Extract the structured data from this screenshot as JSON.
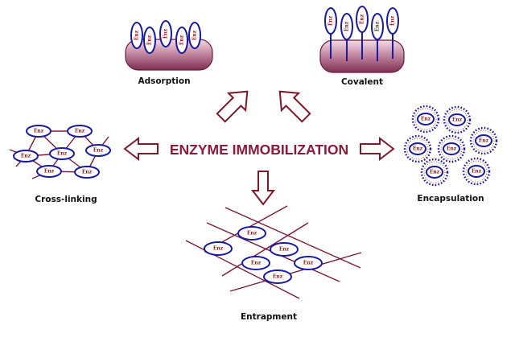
{
  "title": "ENZYME IMMOBILIZATION",
  "enzyme_label": "Enz",
  "methods": {
    "adsorption": "Adsorption",
    "covalent": "Covalent",
    "cross_linking": "Cross-linking",
    "encapsulation": "Encapsulation",
    "entrapment": "Entrapment"
  },
  "colors": {
    "enzyme_outline": "#1a1a9e",
    "enzyme_text": "#8b1a1a",
    "arrow": "#7a1a2a",
    "title": "#8b1a3a",
    "support_body": "#b0708a",
    "support_outline": "#6a1a3a",
    "network_line": "#7a1a3a",
    "capsule_dots": "#1a1a9e"
  }
}
